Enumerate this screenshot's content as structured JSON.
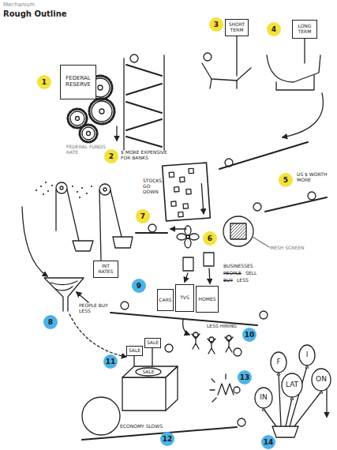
{
  "diagram": {
    "title": "Rough Outline",
    "nodes": [
      {
        "text": [
          "FEDERAL RESERVE"
        ]
      },
      {
        "text": [
          "SHORT TERM"
        ]
      },
      {
        "text": [
          "LONG TERM"
        ]
      },
      {
        "text": [
          "INT RATES"
        ]
      },
      {
        "text": [
          "CARS"
        ]
      },
      {
        "text": [
          "TVS"
        ]
      },
      {
        "text": [
          "HOMES"
        ]
      },
      {
        "text": [
          "SALE"
        ]
      },
      {
        "text": [
          "SALE"
        ]
      },
      {
        "text": [
          "SALE"
        ]
      },
      {
        "text": [
          "IN"
        ]
      },
      {
        "text": [
          "F"
        ]
      },
      {
        "text": [
          "LAT"
        ]
      },
      {
        "text": [
          "I"
        ]
      },
      {
        "text": [
          "ON"
        ]
      }
    ],
    "labels": [
      "Mechanism",
      "1",
      "FEDERAL FUNDS RATE",
      "2",
      "$ MORE EXPENSIVE FOR BANKS",
      "3",
      "4",
      "5",
      "US $ WORTH MORE",
      "STOCKS GO DOWN",
      "7",
      "6",
      "MESH SCREEN",
      "8",
      "PEOPLE BUY LESS",
      "9",
      "BUSINESSES",
      "PEOPLE",
      "SELL",
      "BUY",
      "LESS",
      "LESS HIRING",
      "10",
      "11",
      "13",
      "12",
      "ECONOMY SLOWS",
      "14"
    ]
  }
}
